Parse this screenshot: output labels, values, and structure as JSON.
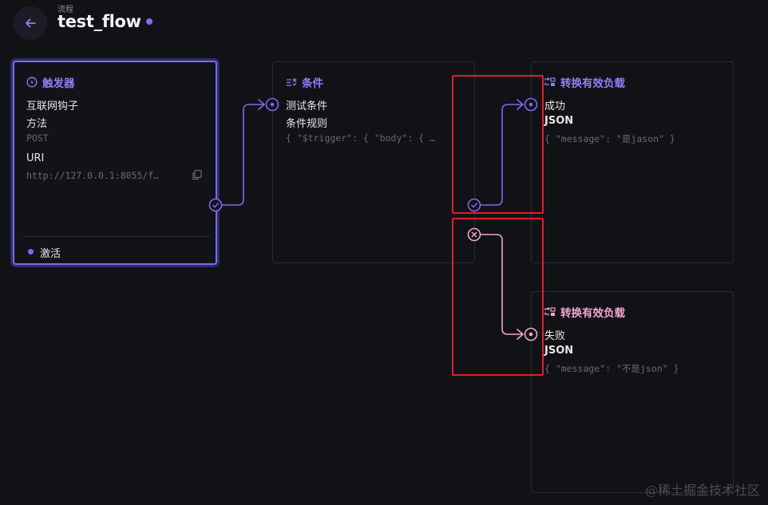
{
  "header": {
    "back_icon": "arrow-left-icon",
    "breadcrumb": "流程",
    "title": "test_flow",
    "dirty_indicator_color": "#7c6af0"
  },
  "colors": {
    "accent": "#7c6af0",
    "success_edge": "#7c6af0",
    "failure_edge": "#f2a4cf",
    "highlight": "#e01e2a"
  },
  "trigger": {
    "icon": "bolt-circle-icon",
    "title": "触发器",
    "name": "互联网钩子",
    "method_label": "方法",
    "method_value": "POST",
    "uri_label": "URI",
    "uri_value": "http://127.0.0.1:8055/f…",
    "copy_icon": "copy-icon",
    "status_label": "激活"
  },
  "condition": {
    "icon": "condition-icon",
    "title": "条件",
    "name": "测试条件",
    "rule_label": "条件规则",
    "rule_value": "{ \"$trigger\": { \"body\": { …"
  },
  "transform_success": {
    "icon": "transform-icon",
    "title": "转换有效负载",
    "name": "成功",
    "format_label": "JSON",
    "payload": "{ \"message\": \"是jason\" }"
  },
  "transform_failure": {
    "icon": "transform-icon",
    "title": "转换有效负载",
    "name": "失败",
    "format_label": "JSON",
    "payload": "{ \"message\": \"不是json\" }"
  },
  "watermark": "@稀土掘金技术社区"
}
